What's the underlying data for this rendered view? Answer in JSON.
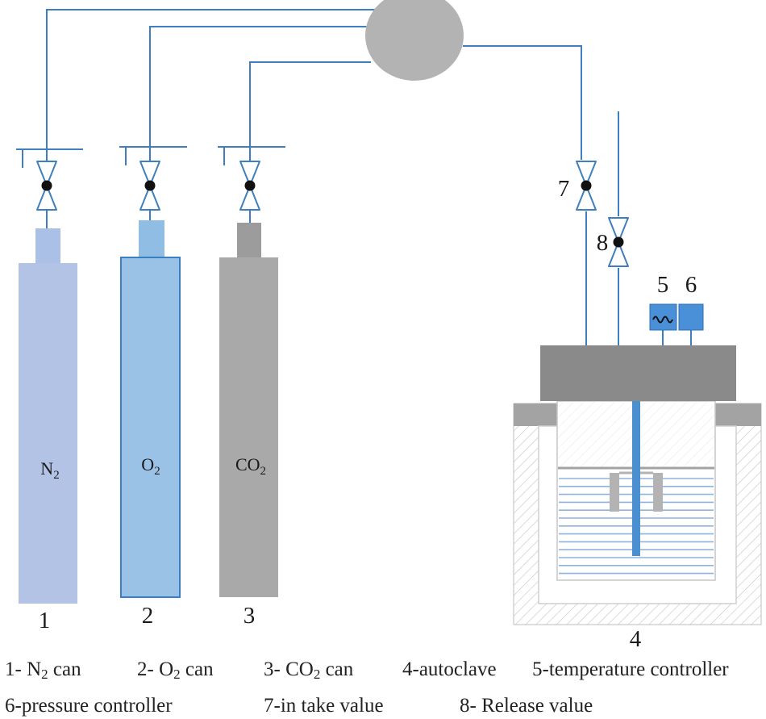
{
  "cylinders": [
    {
      "number": "1",
      "label_main": "N",
      "label_sub": "2",
      "color": "#b3c3e6",
      "cap_color": "#aac0e6",
      "stroke": "none"
    },
    {
      "number": "2",
      "label_main": "O",
      "label_sub": "2",
      "color": "#9ac2e6",
      "cap_color": "#8fbde3",
      "stroke": "#3a7fc0"
    },
    {
      "number": "3",
      "label_main": "CO",
      "label_sub": "2",
      "color": "#a9a9a9",
      "cap_color": "#9c9c9c",
      "stroke": "none"
    }
  ],
  "autoclave_number": "4",
  "valve_labels": {
    "intake": "7",
    "release": "8"
  },
  "controller_labels": {
    "temperature": "5",
    "pressure": "6"
  },
  "legend": {
    "item1": {
      "prefix": "1- N",
      "sub": "2",
      "suffix": " can"
    },
    "item2": {
      "prefix": "2- O",
      "sub": "2",
      "suffix": " can"
    },
    "item3": {
      "prefix": "3- CO",
      "sub": "2",
      "suffix": " can"
    },
    "item4": "4-autoclave",
    "item5": "5-temperature controller",
    "item6": "6-pressure controller",
    "item7": "7-in take value",
    "item8": "8- Release value"
  },
  "colors": {
    "pipe": "#3f7fbf",
    "mixer": "#b3b3b3",
    "lid": "#8a8a8a",
    "liquid_line": "#8fb3db",
    "stirrer": "#4a90d0",
    "controller": "#4a90d9"
  }
}
